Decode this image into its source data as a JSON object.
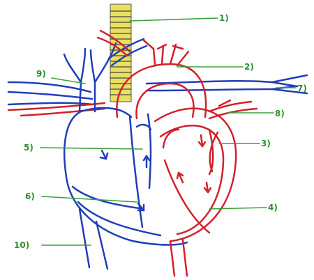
{
  "labels": {
    "l1": "1)",
    "l2": "2)",
    "l3": "3)",
    "l4": "4)",
    "l5": "5)",
    "l6": "6)",
    "l7": "7)",
    "l8": "8)",
    "l9": "9)",
    "l10": "10)"
  },
  "colors": {
    "blue": "#1f3fb8",
    "red": "#d3202b",
    "trachea": "#e9e062",
    "label_line": "#3aa03a"
  }
}
